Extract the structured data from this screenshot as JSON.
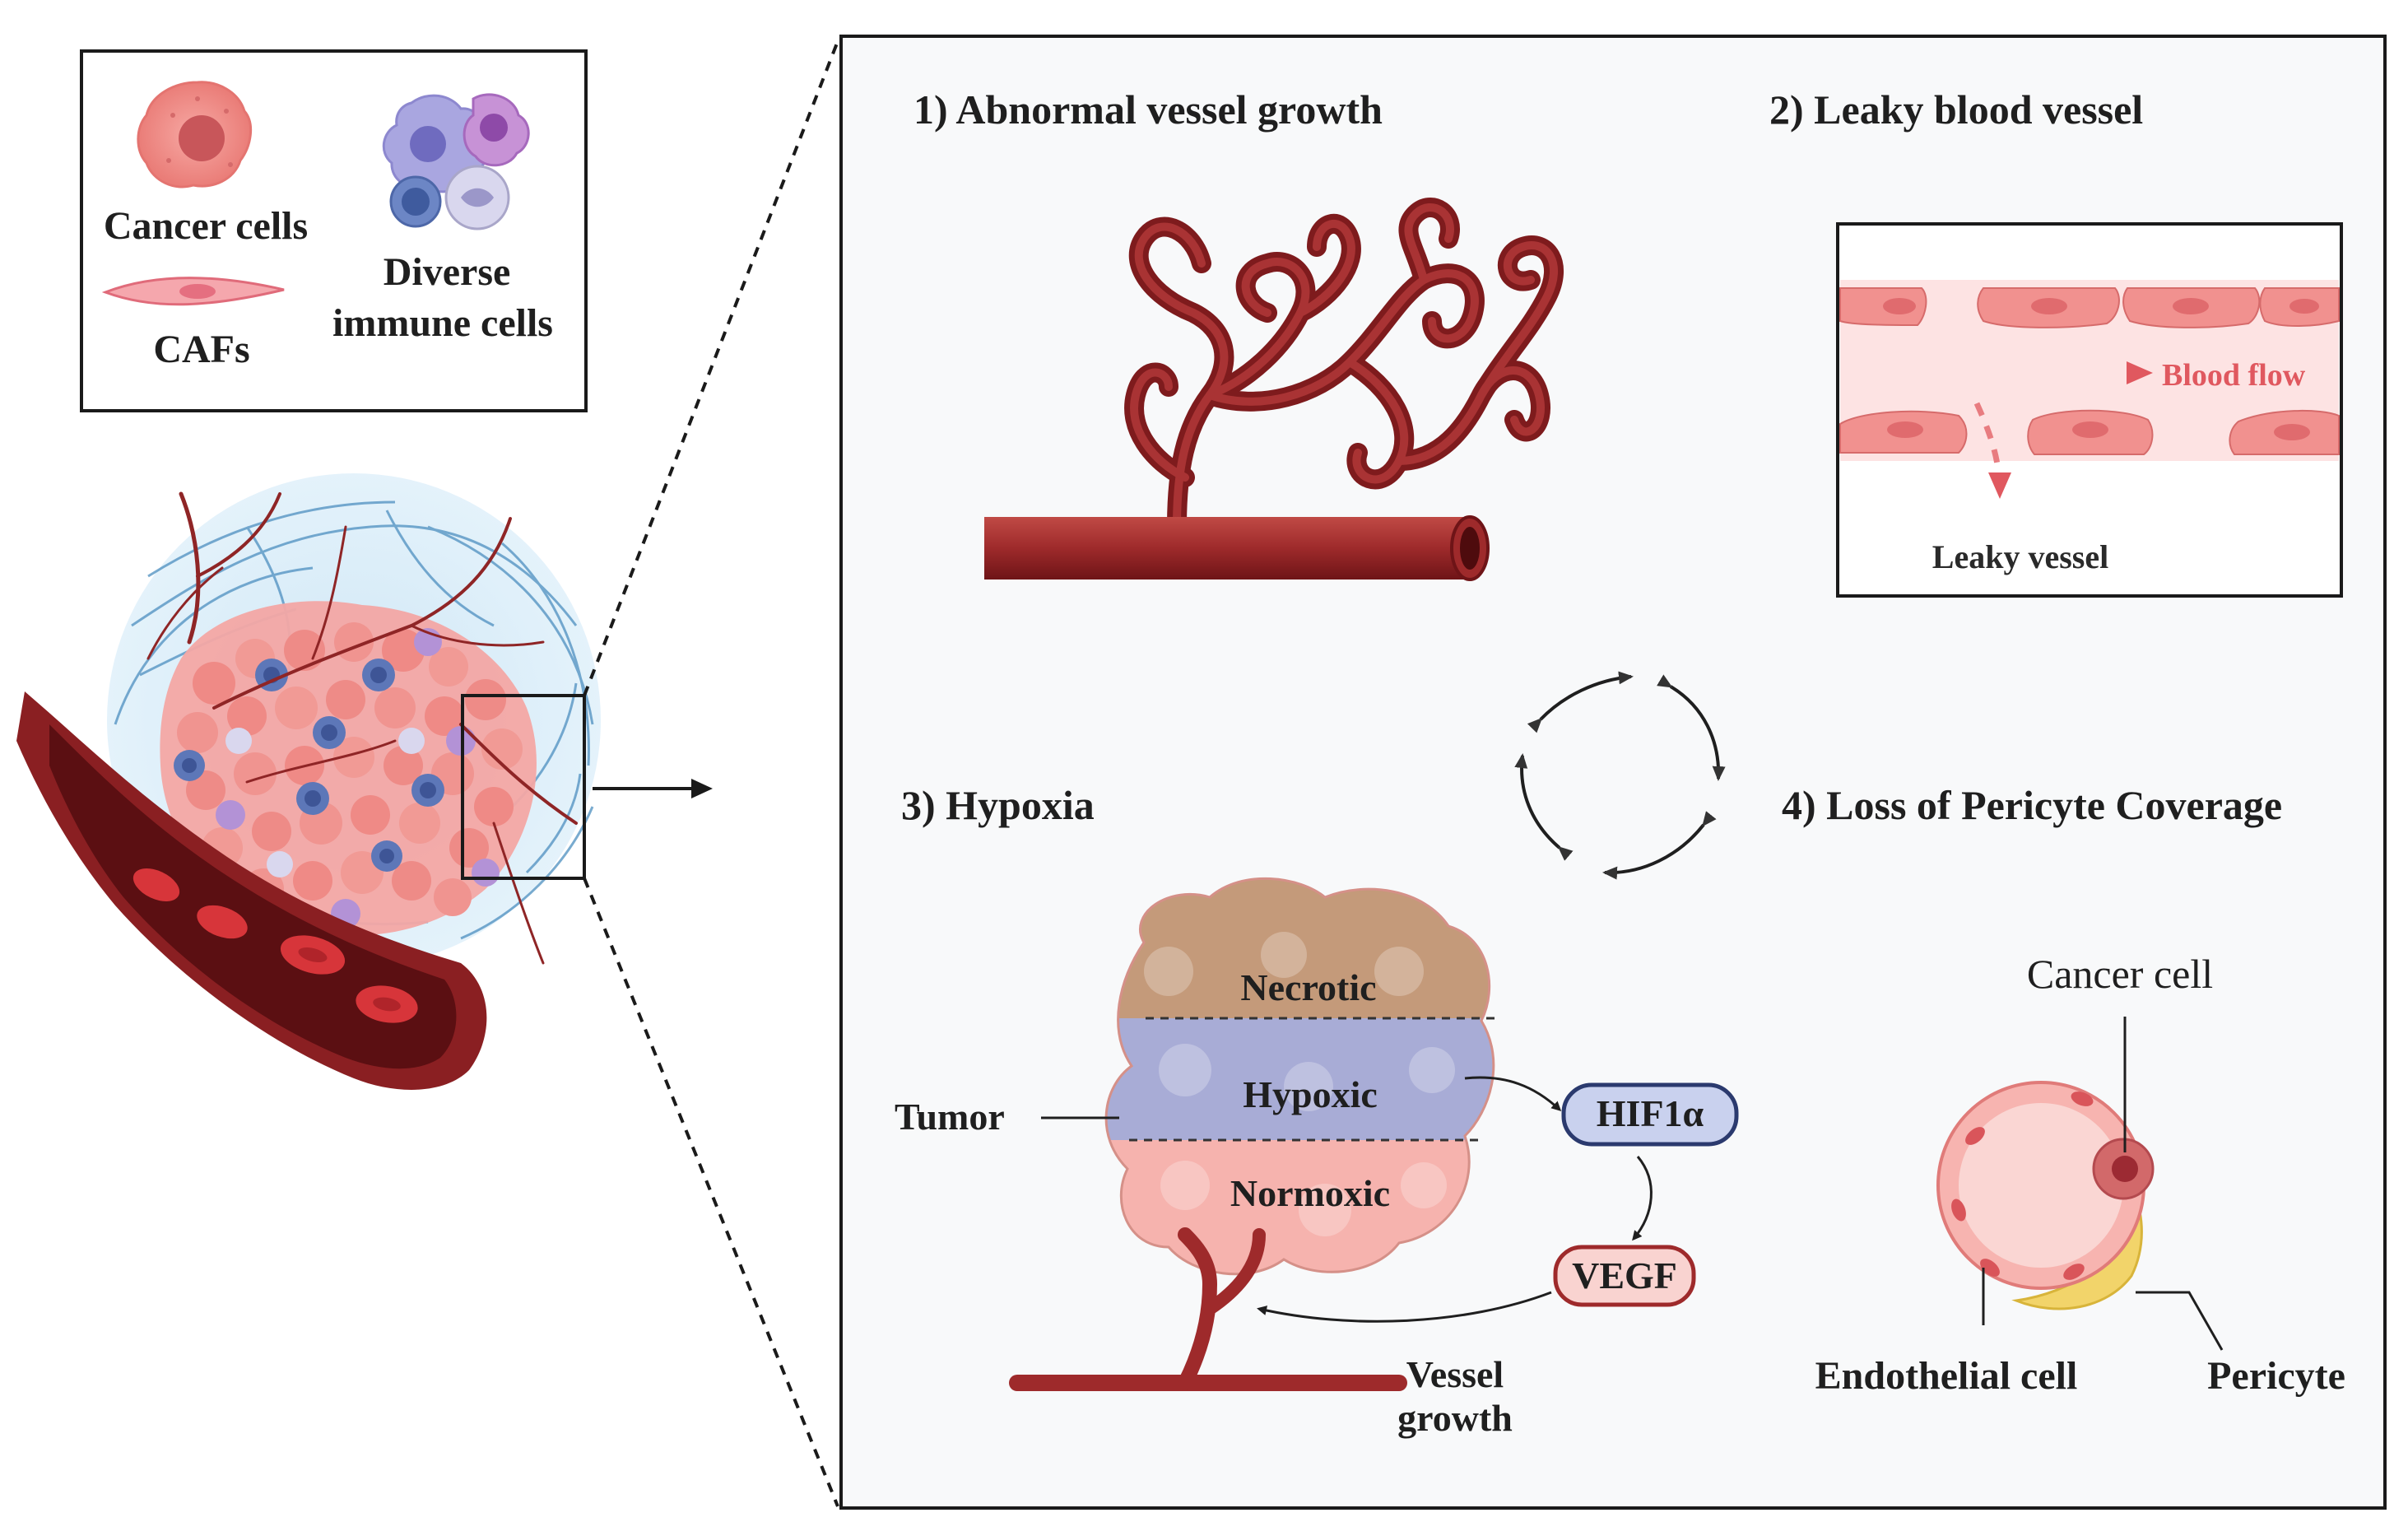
{
  "legend": {
    "cancer_cells": "Cancer cells",
    "cafs": "CAFs",
    "immune_line1": "Diverse",
    "immune_line2": "immune cells"
  },
  "panels": {
    "p1_title": "1) Abnormal vessel growth",
    "p2_title": "2) Leaky blood vessel",
    "p3_title": "3) Hypoxia",
    "p4_title": "4) Loss of Pericyte Coverage"
  },
  "leaky": {
    "blood_flow": "Blood flow",
    "leaky_vessel": "Leaky vessel"
  },
  "hypoxia": {
    "necrotic": "Necrotic",
    "hypoxic": "Hypoxic",
    "normoxic": "Normoxic",
    "tumor": "Tumor",
    "hif": "HIF1α",
    "vegf": "VEGF",
    "vessel_line1": "Vessel",
    "vessel_line2": "growth"
  },
  "pericyte": {
    "cancer_cell": "Cancer cell",
    "endothelial": "Endothelial cell",
    "pericyte": "Pericyte"
  },
  "colors": {
    "vessel": "#9e2a2b",
    "vessel_dark": "#6e1417",
    "cancer_cell": "#f08a85",
    "necrotic": "#c49a7a",
    "hypoxic": "#a8acd6",
    "normoxic": "#f6b3ae",
    "hif_fill": "#c9d1ee",
    "vegf_fill": "#f9d3d0",
    "leaky_bg": "#fde3e3",
    "pericyte": "#f2d46a"
  }
}
